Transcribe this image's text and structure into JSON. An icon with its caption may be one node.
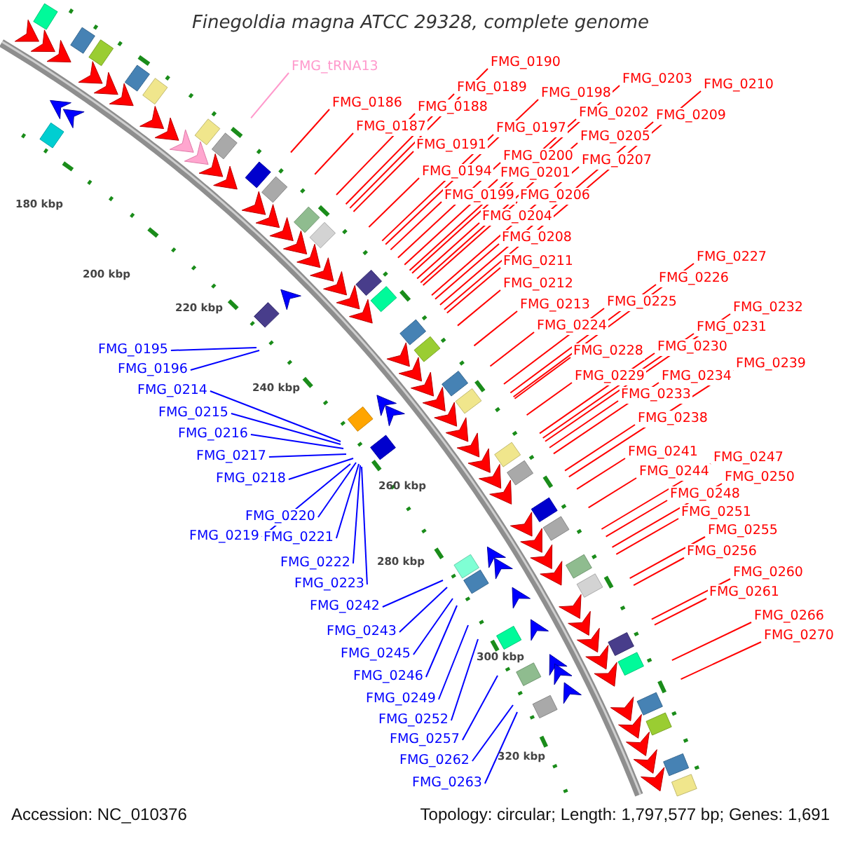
{
  "diagram": {
    "title": "Finegoldia magna ATCC 29328, complete genome",
    "nodes": [
      {
        "text": [
          "FMG_tRNA13"
        ]
      },
      {
        "text": [
          "FMG_0190"
        ]
      },
      {
        "text": [
          "FMG_0189"
        ]
      },
      {
        "text": [
          "FMG_0203"
        ]
      },
      {
        "text": [
          "FMG_0210"
        ]
      },
      {
        "text": [
          "FMG_0198"
        ]
      },
      {
        "text": [
          "FMG_0186"
        ]
      },
      {
        "text": [
          "FMG_0188"
        ]
      },
      {
        "text": [
          "FMG_0202"
        ]
      },
      {
        "text": [
          "FMG_0209"
        ]
      },
      {
        "text": [
          "FMG_0187"
        ]
      },
      {
        "text": [
          "FMG_0197"
        ]
      },
      {
        "text": [
          "FMG_0205"
        ]
      },
      {
        "text": [
          "FMG_0191"
        ]
      },
      {
        "text": [
          "FMG_0200"
        ]
      },
      {
        "text": [
          "FMG_0207"
        ]
      },
      {
        "text": [
          "FMG_0194"
        ]
      },
      {
        "text": [
          "FMG_0201"
        ]
      },
      {
        "text": [
          "FMG_0199"
        ]
      },
      {
        "text": [
          "FMG_0206"
        ]
      },
      {
        "text": [
          "FMG_0204"
        ]
      },
      {
        "text": [
          "FMG_0208"
        ]
      },
      {
        "text": [
          "FMG_0227"
        ]
      },
      {
        "text": [
          "FMG_0211"
        ]
      },
      {
        "text": [
          "FMG_0226"
        ]
      },
      {
        "text": [
          "FMG_0212"
        ]
      },
      {
        "text": [
          "FMG_0225"
        ]
      },
      {
        "text": [
          "FMG_0213"
        ]
      },
      {
        "text": [
          "FMG_0232"
        ]
      },
      {
        "text": [
          "FMG_0224"
        ]
      },
      {
        "text": [
          "FMG_0231"
        ]
      },
      {
        "text": [
          "FMG_0230"
        ]
      },
      {
        "text": [
          "FMG_0228"
        ]
      },
      {
        "text": [
          "FMG_0239"
        ]
      },
      {
        "text": [
          "FMG_0229"
        ]
      },
      {
        "text": [
          "FMG_0234"
        ]
      },
      {
        "text": [
          "FMG_0233"
        ]
      },
      {
        "text": [
          "FMG_0238"
        ]
      },
      {
        "text": [
          "FMG_0241"
        ]
      },
      {
        "text": [
          "FMG_0247"
        ]
      },
      {
        "text": [
          "FMG_0244"
        ]
      },
      {
        "text": [
          "FMG_0250"
        ]
      },
      {
        "text": [
          "FMG_0248"
        ]
      },
      {
        "text": [
          "FMG_0251"
        ]
      },
      {
        "text": [
          "FMG_0255"
        ]
      },
      {
        "text": [
          "FMG_0256"
        ]
      },
      {
        "text": [
          "FMG_0260"
        ]
      },
      {
        "text": [
          "FMG_0261"
        ]
      },
      {
        "text": [
          "FMG_0266"
        ]
      },
      {
        "text": [
          "FMG_0270"
        ]
      },
      {
        "text": [
          "FMG_0195"
        ]
      },
      {
        "text": [
          "FMG_0196"
        ]
      },
      {
        "text": [
          "FMG_0214"
        ]
      },
      {
        "text": [
          "FMG_0215"
        ]
      },
      {
        "text": [
          "FMG_0216"
        ]
      },
      {
        "text": [
          "FMG_0217"
        ]
      },
      {
        "text": [
          "FMG_0218"
        ]
      },
      {
        "text": [
          "FMG_0220"
        ]
      },
      {
        "text": [
          "FMG_0219"
        ]
      },
      {
        "text": [
          "FMG_0221"
        ]
      },
      {
        "text": [
          "FMG_0222"
        ]
      },
      {
        "text": [
          "FMG_0223"
        ]
      },
      {
        "text": [
          "FMG_0242"
        ]
      },
      {
        "text": [
          "FMG_0243"
        ]
      },
      {
        "text": [
          "FMG_0245"
        ]
      },
      {
        "text": [
          "FMG_0246"
        ]
      },
      {
        "text": [
          "FMG_0249"
        ]
      },
      {
        "text": [
          "FMG_0252"
        ]
      },
      {
        "text": [
          "FMG_0257"
        ]
      },
      {
        "text": [
          "FMG_0262"
        ]
      },
      {
        "text": [
          "FMG_0263"
        ]
      }
    ],
    "edges": [
      {
        "from": 0,
        "to": null,
        "arrow": "none",
        "color": "#ff99cc"
      },
      {
        "from": 1,
        "to": null,
        "arrow": "none"
      },
      {
        "from": 2,
        "to": null,
        "arrow": "none"
      },
      {
        "from": 3,
        "to": null,
        "arrow": "none"
      },
      {
        "from": 4,
        "to": null,
        "arrow": "none"
      },
      {
        "from": 5,
        "to": null,
        "arrow": "none"
      },
      {
        "from": 6,
        "to": null,
        "arrow": "none"
      },
      {
        "from": 7,
        "to": null,
        "arrow": "none"
      },
      {
        "from": 8,
        "to": null,
        "arrow": "none"
      },
      {
        "from": 9,
        "to": null,
        "arrow": "none"
      },
      {
        "from": 10,
        "to": null,
        "arrow": "none"
      },
      {
        "from": 11,
        "to": null,
        "arrow": "none"
      },
      {
        "from": 12,
        "to": null,
        "arrow": "none"
      },
      {
        "from": 13,
        "to": null,
        "arrow": "none"
      },
      {
        "from": 14,
        "to": null,
        "arrow": "none"
      },
      {
        "from": 15,
        "to": null,
        "arrow": "none"
      },
      {
        "from": 16,
        "to": null,
        "arrow": "none"
      },
      {
        "from": 17,
        "to": null,
        "arrow": "none"
      },
      {
        "from": 18,
        "to": null,
        "arrow": "none"
      },
      {
        "from": 19,
        "to": null,
        "arrow": "none"
      },
      {
        "from": 20,
        "to": null,
        "arrow": "none"
      },
      {
        "from": 21,
        "to": null,
        "arrow": "none"
      },
      {
        "from": 22,
        "to": null,
        "arrow": "none"
      },
      {
        "from": 23,
        "to": null,
        "arrow": "none"
      },
      {
        "from": 24,
        "to": null,
        "arrow": "none"
      },
      {
        "from": 25,
        "to": null,
        "arrow": "none"
      },
      {
        "from": 26,
        "to": null,
        "arrow": "none"
      },
      {
        "from": 27,
        "to": null,
        "arrow": "none"
      },
      {
        "from": 28,
        "to": null,
        "arrow": "none"
      },
      {
        "from": 29,
        "to": null,
        "arrow": "none"
      },
      {
        "from": 30,
        "to": null,
        "arrow": "none"
      },
      {
        "from": 31,
        "to": null,
        "arrow": "none"
      },
      {
        "from": 32,
        "to": null,
        "arrow": "none"
      },
      {
        "from": 33,
        "to": null,
        "arrow": "none"
      },
      {
        "from": 34,
        "to": null,
        "arrow": "none"
      },
      {
        "from": 35,
        "to": null,
        "arrow": "none"
      },
      {
        "from": 36,
        "to": null,
        "arrow": "none"
      },
      {
        "from": 37,
        "to": null,
        "arrow": "none"
      },
      {
        "from": 38,
        "to": null,
        "arrow": "none"
      },
      {
        "from": 39,
        "to": null,
        "arrow": "none"
      },
      {
        "from": 40,
        "to": null,
        "arrow": "none"
      },
      {
        "from": 41,
        "to": null,
        "arrow": "none"
      },
      {
        "from": 42,
        "to": null,
        "arrow": "none"
      },
      {
        "from": 43,
        "to": null,
        "arrow": "none"
      },
      {
        "from": 44,
        "to": null,
        "arrow": "none"
      },
      {
        "from": 45,
        "to": null,
        "arrow": "none"
      },
      {
        "from": 46,
        "to": null,
        "arrow": "none"
      },
      {
        "from": 47,
        "to": null,
        "arrow": "none"
      },
      {
        "from": 48,
        "to": null,
        "arrow": "none"
      },
      {
        "from": 49,
        "to": null,
        "arrow": "none"
      },
      {
        "from": 50,
        "to": null,
        "arrow": "none",
        "color": "#0000ff"
      },
      {
        "from": 51,
        "to": null,
        "arrow": "none",
        "color": "#0000ff"
      },
      {
        "from": 52,
        "to": null,
        "arrow": "none",
        "color": "#0000ff"
      },
      {
        "from": 53,
        "to": null,
        "arrow": "none",
        "color": "#0000ff"
      },
      {
        "from": 54,
        "to": null,
        "arrow": "none",
        "color": "#0000ff"
      },
      {
        "from": 55,
        "to": null,
        "arrow": "none",
        "color": "#0000ff"
      },
      {
        "from": 56,
        "to": null,
        "arrow": "none",
        "color": "#0000ff"
      },
      {
        "from": 57,
        "to": null,
        "arrow": "none",
        "color": "#0000ff"
      },
      {
        "from": 58,
        "to": null,
        "arrow": "none",
        "color": "#0000ff"
      },
      {
        "from": 59,
        "to": null,
        "arrow": "none",
        "color": "#0000ff"
      },
      {
        "from": 60,
        "to": null,
        "arrow": "none",
        "color": "#0000ff"
      },
      {
        "from": 61,
        "to": null,
        "arrow": "none",
        "color": "#0000ff"
      },
      {
        "from": 62,
        "to": null,
        "arrow": "none",
        "color": "#0000ff"
      },
      {
        "from": 63,
        "to": null,
        "arrow": "none",
        "color": "#0000ff"
      },
      {
        "from": 64,
        "to": null,
        "arrow": "none",
        "color": "#0000ff"
      },
      {
        "from": 65,
        "to": null,
        "arrow": "none",
        "color": "#0000ff"
      },
      {
        "from": 66,
        "to": null,
        "arrow": "none",
        "color": "#0000ff"
      },
      {
        "from": 67,
        "to": null,
        "arrow": "none",
        "color": "#0000ff"
      },
      {
        "from": 68,
        "to": null,
        "arrow": "none",
        "color": "#0000ff"
      },
      {
        "from": 69,
        "to": null,
        "arrow": "none",
        "color": "#0000ff"
      },
      {
        "from": 70,
        "to": null,
        "arrow": "none",
        "color": "#0000ff"
      }
    ],
    "labels": [
      "180 kbp",
      "200 kbp",
      "220 kbp",
      "240 kbp",
      "260 kbp",
      "280 kbp",
      "300 kbp",
      "320 kbp",
      "Accession: NC_010376",
      "Topology: circular; Length: 1,797,577 bp; Genes: 1,691"
    ]
  }
}
